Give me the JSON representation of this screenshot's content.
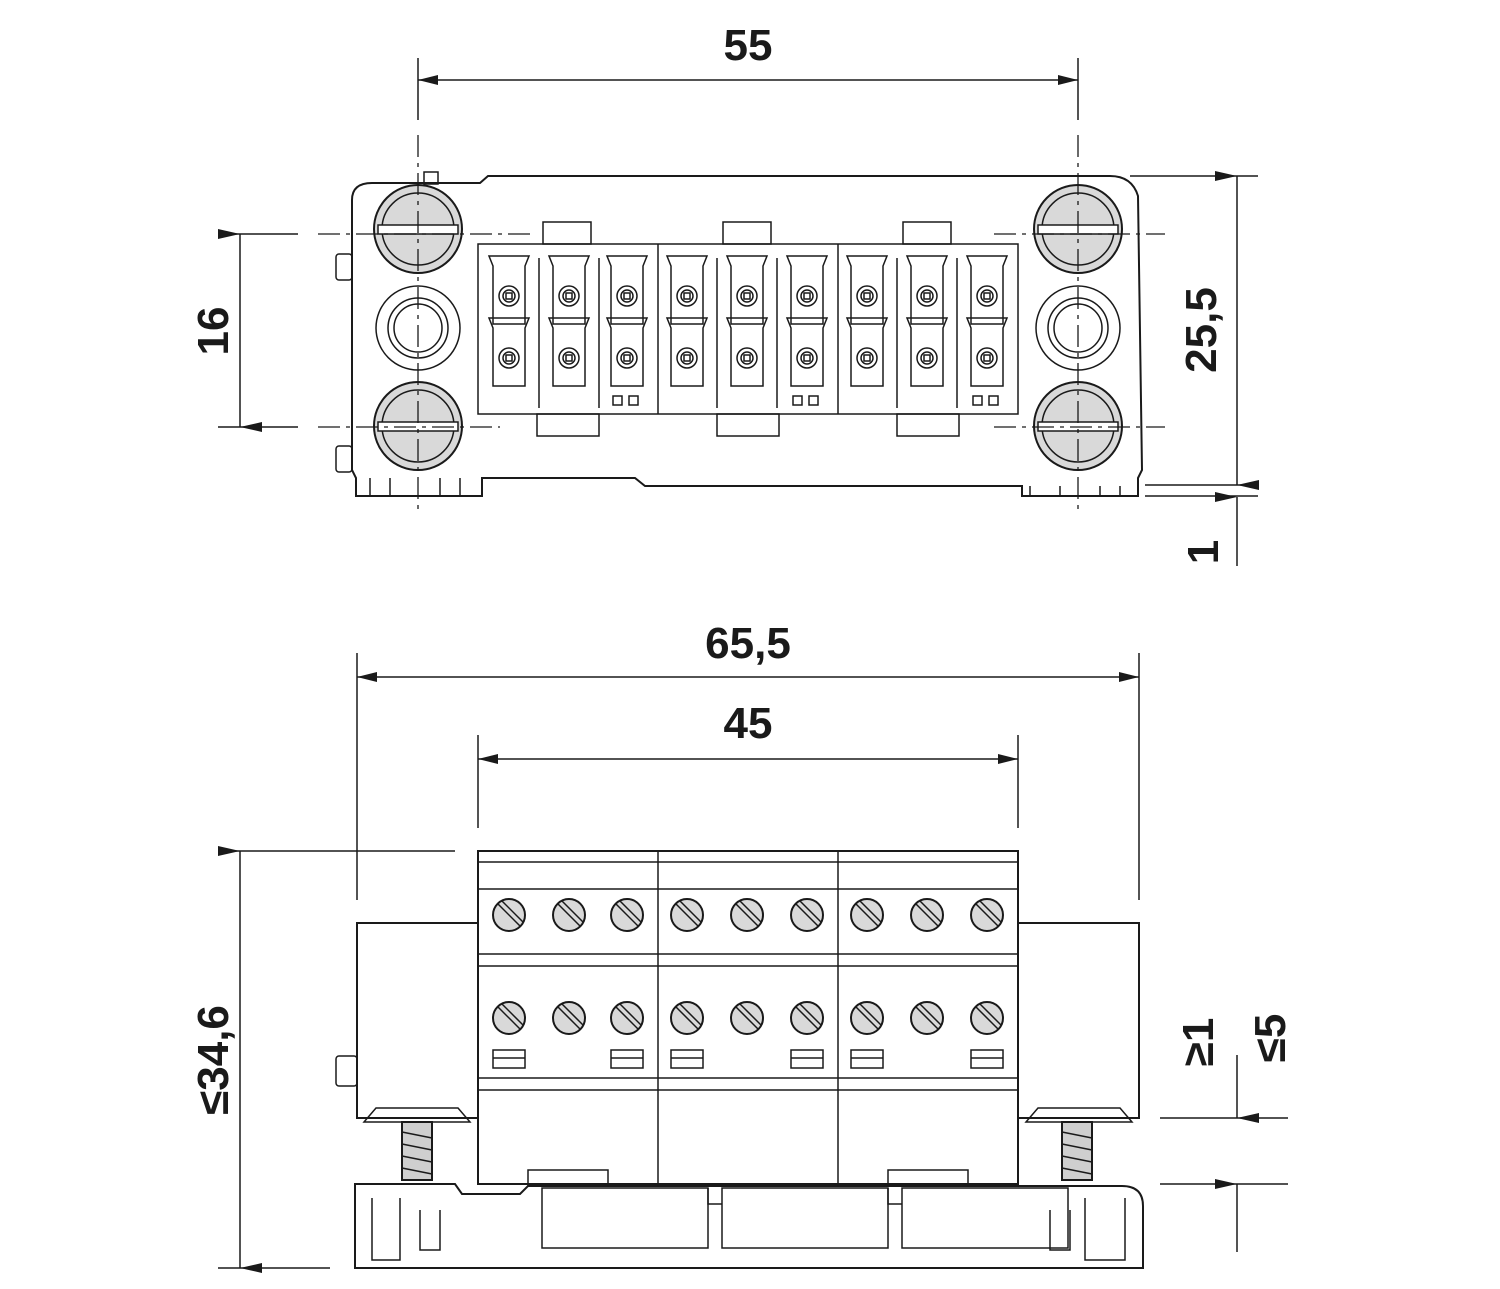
{
  "dimensions": {
    "top_width": "55",
    "top_left_height": "16",
    "top_right_height": "25,5",
    "top_right_small": "1",
    "front_total_width": "65,5",
    "front_inner_width": "45",
    "front_height": "≤34,6",
    "front_gap_min": "≥1",
    "front_gap_max": "≤5"
  },
  "colors": {
    "line": "#1a1a1a",
    "screw_fill": "#d9d9d9",
    "background": "#ffffff"
  }
}
